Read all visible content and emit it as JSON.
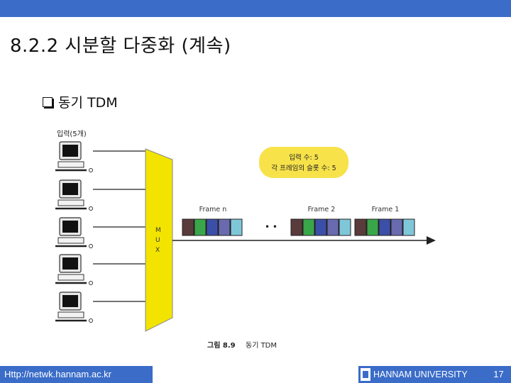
{
  "slide": {
    "title": "8.2.2 시분할 다중화 (계속)",
    "bullet": "동기 TDM"
  },
  "diagram": {
    "input_label": "입력(5개)",
    "mux_letters": [
      "M",
      "U",
      "X"
    ],
    "bubble_line1": "입력 수: 5",
    "bubble_line2": "각 프레임의 슬롯 수: 5",
    "frame_labels": [
      "Frame n",
      "Frame 2",
      "Frame 1"
    ],
    "ellipsis": "• •",
    "caption_prefix": "그림 8.9",
    "caption_text": "동기 TDM",
    "slot_colors": [
      "#5a3b3b",
      "#3aa64a",
      "#3c4fa8",
      "#6a6ab0",
      "#7fc7d8"
    ],
    "mux_color": "#f2e400",
    "bubble_color": "#f7e24a"
  },
  "footer": {
    "url": "Http://netwk.hannam.ac.kr",
    "university": "HANNAM UNIVERSITY",
    "page": "17"
  }
}
